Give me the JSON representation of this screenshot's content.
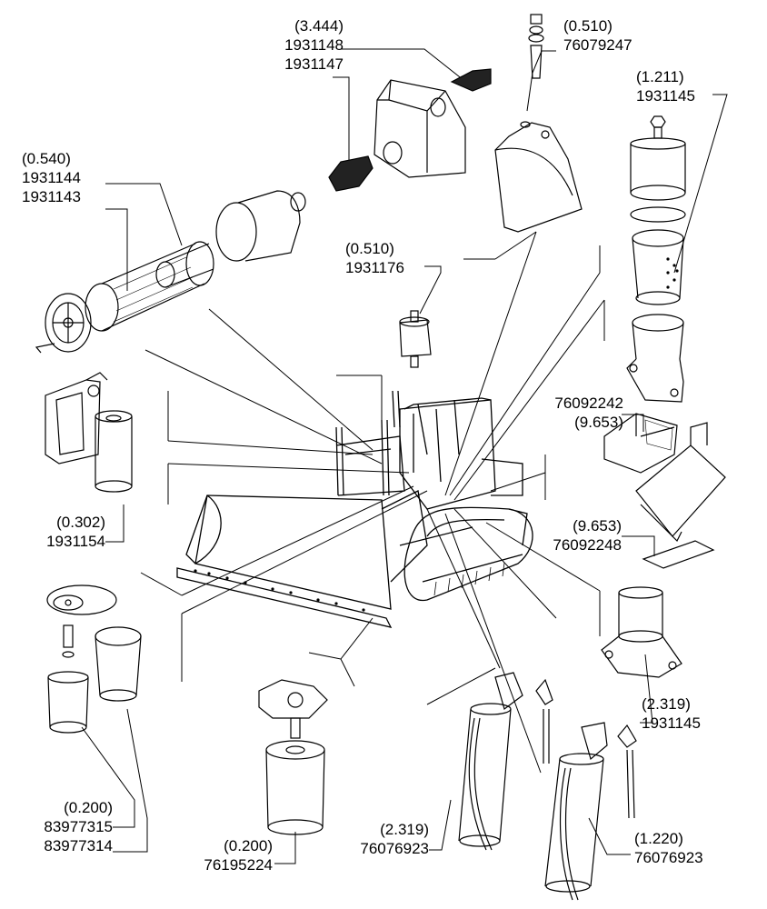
{
  "callouts": [
    {
      "id": "c1",
      "lines": [
        "(3.444)",
        "1931148",
        "1931147"
      ]
    },
    {
      "id": "c2",
      "lines": [
        "(0.510)",
        "76079247"
      ]
    },
    {
      "id": "c3",
      "lines": [
        "(1.211)",
        "1931145"
      ]
    },
    {
      "id": "c4",
      "lines": [
        "(0.540)",
        "1931144",
        "1931143"
      ]
    },
    {
      "id": "c5",
      "lines": [
        "(0.510)",
        "1931176"
      ]
    },
    {
      "id": "c6",
      "lines": [
        "76092242",
        "(9.653)"
      ]
    },
    {
      "id": "c7",
      "lines": [
        "(0.302)",
        "1931154"
      ]
    },
    {
      "id": "c8",
      "lines": [
        "(9.653)",
        "76092248"
      ]
    },
    {
      "id": "c9",
      "lines": [
        "(2.319)",
        "1931145"
      ]
    },
    {
      "id": "c10",
      "lines": [
        "(0.200)",
        "83977315",
        "83977314"
      ]
    },
    {
      "id": "c11",
      "lines": [
        "(0.200)",
        "76195224"
      ]
    },
    {
      "id": "c12",
      "lines": [
        "(2.319)",
        "76076923"
      ]
    },
    {
      "id": "c13",
      "lines": [
        "(1.220)",
        "76076923"
      ]
    }
  ]
}
